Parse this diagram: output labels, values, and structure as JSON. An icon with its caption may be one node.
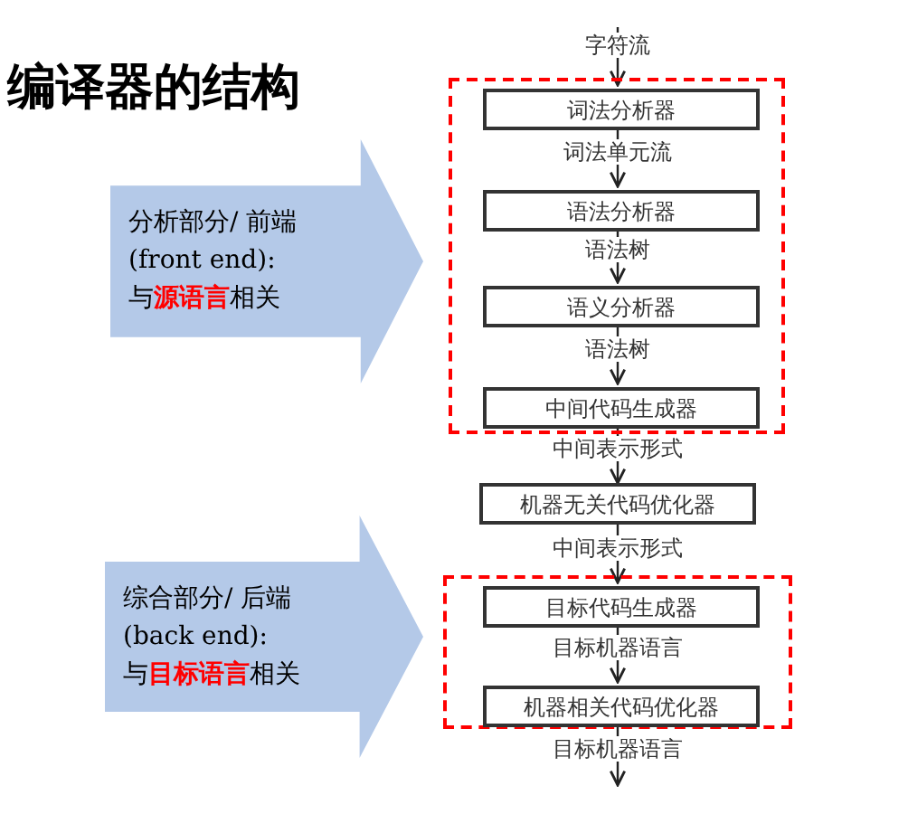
{
  "diagram": {
    "title": "编译器的结构",
    "nodes": [
      {
        "text": [],
        "shape": "box"
      },
      {
        "text": [
          "词法分析器"
        ],
        "in": 0
      },
      {
        "text": [
          "语法分析器"
        ],
        "in": 0
      },
      {
        "text": [
          "语义分析器"
        ],
        "in": 0
      },
      {
        "text": [
          "中间代码生成器"
        ],
        "in": 0
      },
      {
        "text": [
          "机器无关代码优化器"
        ]
      },
      {
        "text": [],
        "shape": "box"
      },
      {
        "text": [
          "目标代码生成器"
        ],
        "in": 6
      },
      {
        "text": [
          "机器相关代码优化器"
        ],
        "in": 6
      },
      {
        "text": [
          "分析部分/ 前端(front end): 与**源语言**相关"
        ]
      },
      {
        "text": [
          "综合部分/ 后端(back end): 与**目标语言**相关"
        ]
      }
    ],
    "edges": [
      {
        "from": null,
        "to": 1,
        "arrow": "to",
        "label": "字符流"
      },
      {
        "from": 1,
        "to": 2,
        "arrow": "to",
        "label": "词法单元流"
      },
      {
        "from": 2,
        "to": 3,
        "arrow": "to",
        "label": "语法树"
      },
      {
        "from": 3,
        "to": 4,
        "arrow": "to",
        "label": "语法树"
      },
      {
        "from": 4,
        "to": 5,
        "arrow": "to",
        "label": "中间表示形式"
      },
      {
        "from": 5,
        "to": 7,
        "arrow": "to",
        "label": "中间表示形式"
      },
      {
        "from": 7,
        "to": 8,
        "arrow": "to",
        "label": "目标机器语言"
      },
      {
        "from": 8,
        "to": null,
        "arrow": "to",
        "label": "目标机器语言"
      }
    ]
  }
}
